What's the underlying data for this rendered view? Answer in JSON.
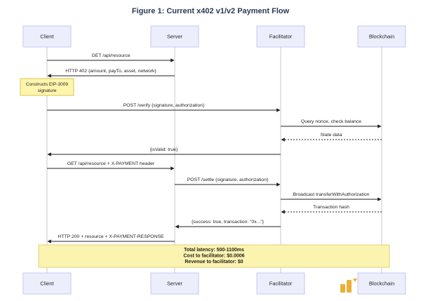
{
  "title": "Figure 1: Current x402 v1/v2 Payment Flow",
  "participants": [
    "Client",
    "Server",
    "Facilitator",
    "Blockchain"
  ],
  "note": {
    "line1": "Constructs EIP-3009",
    "line2": "signature"
  },
  "messages": [
    {
      "label": "GET /api/resource",
      "from": 0,
      "to": 1,
      "dashed": false
    },
    {
      "label": "HTTP 402 {amount, payTo, asset, network}",
      "from": 1,
      "to": 0,
      "dashed": false
    },
    {
      "label": "POST /verify {signature, authorization}",
      "from": 0,
      "to": 2,
      "dashed": false
    },
    {
      "label": "Query nonce, check balance",
      "from": 2,
      "to": 3,
      "dashed": false
    },
    {
      "label": "State data",
      "from": 3,
      "to": 2,
      "dashed": true
    },
    {
      "label": "{isValid: true}",
      "from": 2,
      "to": 0,
      "dashed": false
    },
    {
      "label": "GET /api/resource + X-PAYMENT header",
      "from": 0,
      "to": 1,
      "dashed": false
    },
    {
      "label": "POST /settle {signature, authorization}",
      "from": 1,
      "to": 2,
      "dashed": false
    },
    {
      "label": "Broadcast transferWithAuthorization",
      "from": 2,
      "to": 3,
      "dashed": false
    },
    {
      "label": "Transaction hash",
      "from": 3,
      "to": 2,
      "dashed": true
    },
    {
      "label": "{success: true, transaction: \"0x...\"}",
      "from": 2,
      "to": 1,
      "dashed": false
    },
    {
      "label": "HTTP 200 + resource + X-PAYMENT-RESPONSE",
      "from": 1,
      "to": 0,
      "dashed": false
    }
  ],
  "summary": [
    "Total latency: 500-1100ms",
    "Cost to facilitator: $0.0006",
    "Revenue to facilitator: $0"
  ],
  "colors": {
    "actor_fill": "#eceefc",
    "actor_stroke": "#c5c8ef",
    "line": "#222222",
    "lifeline": "#c8c8c8",
    "note_fill": "#fff5ad",
    "note_stroke": "#d9c84a",
    "summary_fill": "#fbf3b0",
    "summary_stroke": "#e3d27a",
    "watermark": "#e8a820"
  }
}
